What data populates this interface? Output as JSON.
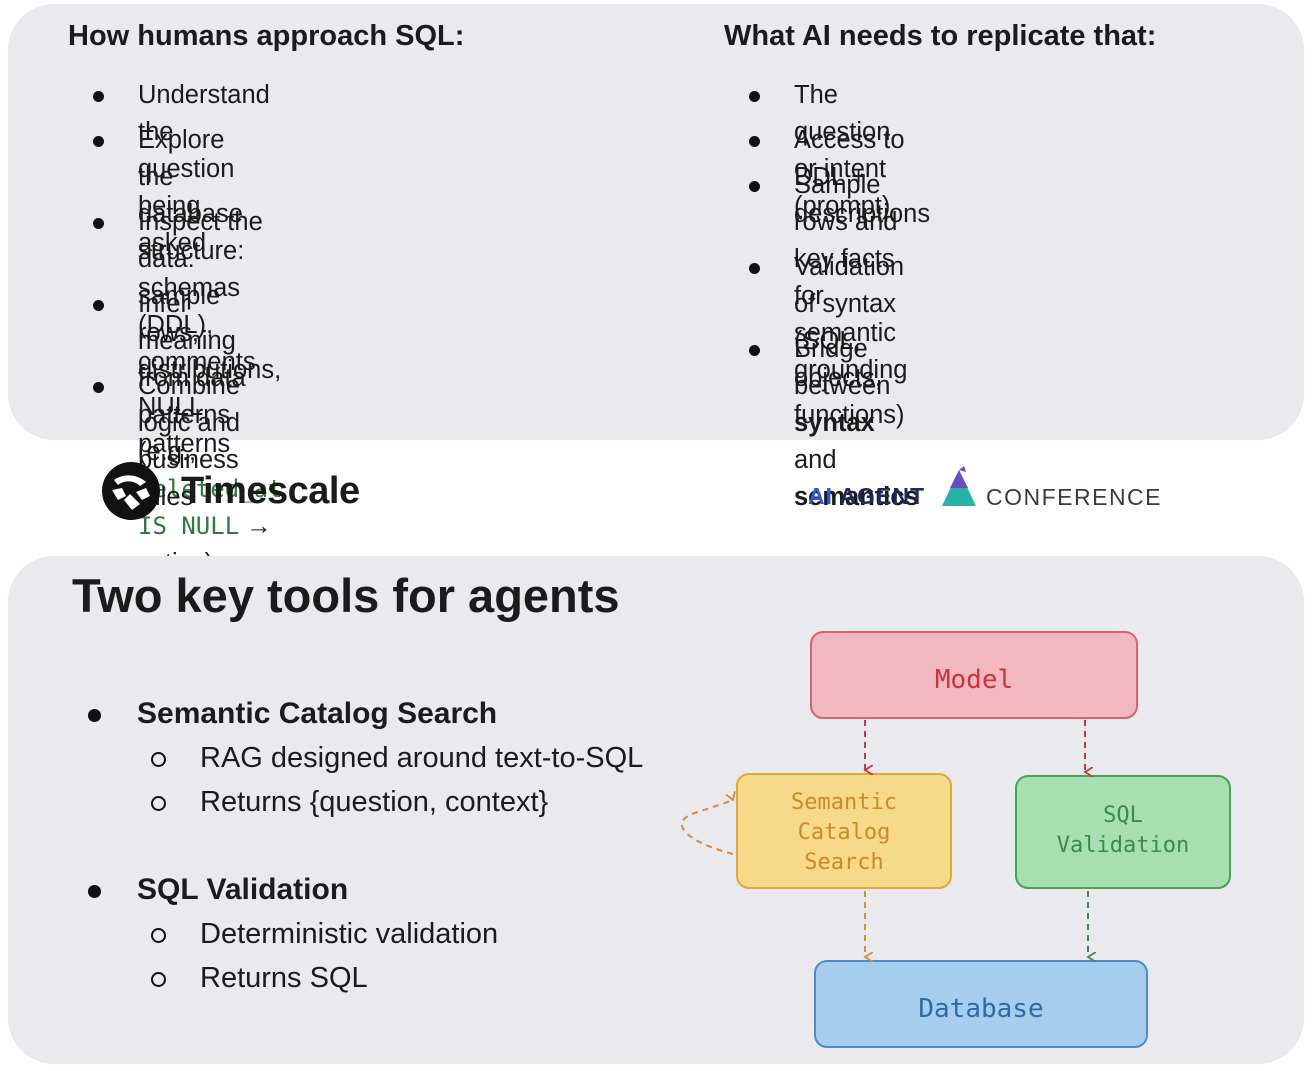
{
  "top_panel": {
    "left": {
      "title": "How humans approach SQL:",
      "items": [
        {
          "line1": "Understand the question being asked"
        },
        {
          "line1": "Explore the database structure:",
          "line2": "schemas (DDL), comments"
        },
        {
          "line1": "Inspect the data:  sample rows,",
          "line2": "distributions, NULL patterns"
        },
        {
          "line1": "Infer meaning from data patterns (e.g.,",
          "code": "deleted_at IS NULL",
          "arrow_text": " → active)"
        },
        {
          "line1": "Combine logic and business rules"
        }
      ]
    },
    "right": {
      "title": "What AI needs to replicate that:",
      "items": [
        {
          "line1": "The question or intent (prompt)"
        },
        {
          "line1": "Access to DDL + descriptions"
        },
        {
          "line1": "Sample rows and key facts for",
          "line2": "semantic grounding"
        },
        {
          "line1": "Validation of syntax (SQL, objects,",
          "line2": "functions)"
        },
        {
          "line1_pre": "Bridge between ",
          "line1_bold": "syntax",
          "line1_post": " and",
          "line2_bold": "semantics"
        }
      ]
    }
  },
  "logos": {
    "timescale": "Timescale",
    "conference_ai": "AI",
    "conference_agent": "AGENT",
    "conference_word": "CONFERENCE"
  },
  "bottom_panel": {
    "title": "Two key tools for agents",
    "tools": [
      {
        "name": "Semantic Catalog Search",
        "subs": [
          "RAG designed around text-to-SQL",
          "Returns {question, context}"
        ]
      },
      {
        "name": "SQL Validation",
        "subs": [
          "Deterministic validation",
          "Returns SQL"
        ]
      }
    ],
    "diagram": {
      "model": "Model",
      "semantic": [
        "Semantic",
        "Catalog",
        "Search"
      ],
      "validation": [
        "SQL",
        "Validation"
      ],
      "database": "Database",
      "colors": {
        "model_fill": "#f1b8c0",
        "model_stroke": "#d9616f",
        "model_text": "#c9343e",
        "semantic_fill": "#f7d98a",
        "semantic_stroke": "#e0a73a",
        "semantic_text": "#c98a2d",
        "validation_fill": "#a8dfb0",
        "validation_stroke": "#49a357",
        "validation_text": "#3b8a48",
        "database_fill": "#a7cdee",
        "database_stroke": "#4c8bc7",
        "database_text": "#2f6aa3",
        "arrow_red": "#c9343e",
        "arrow_orange": "#d98a3a",
        "arrow_green": "#3b8a48"
      }
    }
  }
}
